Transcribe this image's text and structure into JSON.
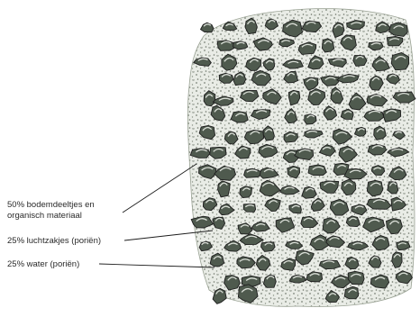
{
  "figure": {
    "labels": [
      {
        "lines": [
          "50% bodemdeeltjes en",
          "organisch materiaal"
        ]
      },
      {
        "lines": [
          "25% luchtzakjes (poriën)"
        ]
      },
      {
        "lines": [
          "25% water (poriën)"
        ]
      }
    ]
  },
  "colors": {
    "rock_fill": "#4f5a4e",
    "rock_highlight": "#d9ddd6",
    "matrix": "#e9ece6",
    "ink": "#1e1e1e"
  },
  "icons": [
    "soil-cross-section-illustration"
  ]
}
